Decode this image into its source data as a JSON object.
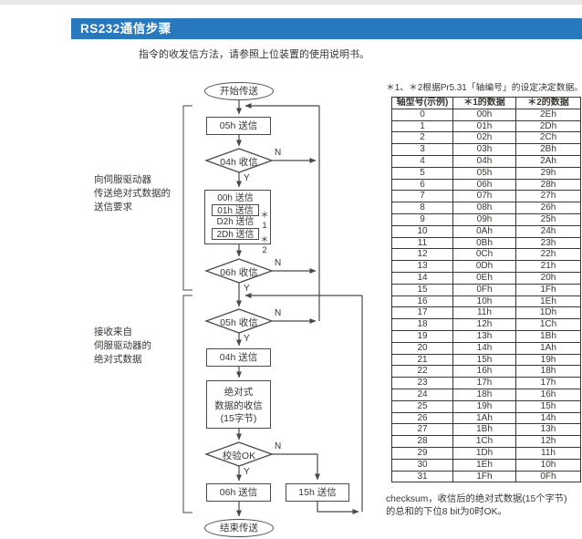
{
  "page": {
    "title": "RS232通信步骤",
    "subtitle": "指令的收发信方法，请参照上位装置的使用说明书。",
    "accent_color": "#2878be"
  },
  "flowchart": {
    "start_label": "开始传送",
    "end_label": "结束传送",
    "nodes": {
      "send05": "05h 送信",
      "recv04": "04h 收信",
      "multi": [
        "00h 送信",
        "01h 送信",
        "D2h 送信",
        "2Dh 送信"
      ],
      "star1": "＊1",
      "star2": "＊2",
      "recv06": "06h 收信",
      "recv05": "05h 收信",
      "send04": "04h 送信",
      "absrecv": [
        "绝对式",
        "数据的收信",
        "(15字节)"
      ],
      "check": "校验OK",
      "send06": "06h 送信",
      "send15": "15h 送信"
    },
    "branch_no": "N",
    "branch_yes": "Y",
    "label_request": [
      "向伺服驱动器",
      "传送绝对式数据的",
      "送信要求"
    ],
    "label_receive": [
      "接收来自",
      "伺服驱动器的",
      "绝对式数据"
    ]
  },
  "table": {
    "note": "＊1、＊2根据Pr5.31「轴编号」的设定决定数据。",
    "headers": [
      "轴型号(示例)",
      "＊1的数据",
      "＊2的数据"
    ],
    "rows": [
      [
        "0",
        "00h",
        "2Eh"
      ],
      [
        "1",
        "01h",
        "2Dh"
      ],
      [
        "2",
        "02h",
        "2Ch"
      ],
      [
        "3",
        "03h",
        "2Bh"
      ],
      [
        "4",
        "04h",
        "2Ah"
      ],
      [
        "5",
        "05h",
        "29h"
      ],
      [
        "6",
        "06h",
        "28h"
      ],
      [
        "7",
        "07h",
        "27h"
      ],
      [
        "8",
        "08h",
        "26h"
      ],
      [
        "9",
        "09h",
        "25h"
      ],
      [
        "10",
        "0Ah",
        "24h"
      ],
      [
        "11",
        "0Bh",
        "23h"
      ],
      [
        "12",
        "0Ch",
        "22h"
      ],
      [
        "13",
        "0Dh",
        "21h"
      ],
      [
        "14",
        "0Eh",
        "20h"
      ],
      [
        "15",
        "0Fh",
        "1Fh"
      ],
      [
        "16",
        "10h",
        "1Eh"
      ],
      [
        "17",
        "11h",
        "1Dh"
      ],
      [
        "18",
        "12h",
        "1Ch"
      ],
      [
        "19",
        "13h",
        "1Bh"
      ],
      [
        "20",
        "14h",
        "1Ah"
      ],
      [
        "21",
        "15h",
        "19h"
      ],
      [
        "22",
        "16h",
        "18h"
      ],
      [
        "23",
        "17h",
        "17h"
      ],
      [
        "24",
        "18h",
        "16h"
      ],
      [
        "25",
        "19h",
        "15h"
      ],
      [
        "26",
        "1Ah",
        "14h"
      ],
      [
        "27",
        "1Bh",
        "13h"
      ],
      [
        "28",
        "1Ch",
        "12h"
      ],
      [
        "29",
        "1Dh",
        "11h"
      ],
      [
        "30",
        "1Eh",
        "10h"
      ],
      [
        "31",
        "1Fh",
        "0Fh"
      ]
    ],
    "footnote_line1": "checksum，收信后的绝对式数据(15个字节)",
    "footnote_line2": "的总和的下位8 bit为0时OK。"
  }
}
